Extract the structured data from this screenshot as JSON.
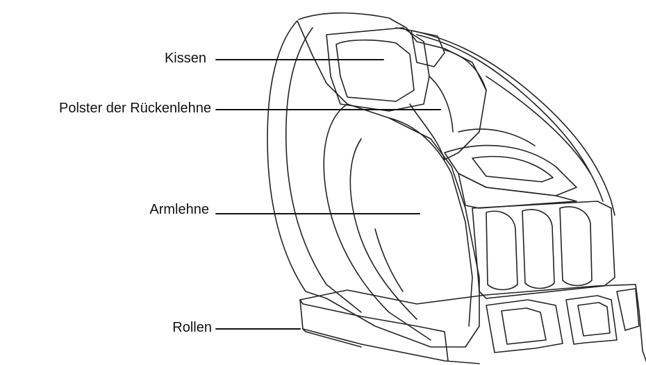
{
  "title": "",
  "labels": {
    "pillow": "Kissen",
    "backrest_pad": "Polster der Rückenlehne",
    "armrest": "Armlehne",
    "rollers": "Rollen"
  },
  "colors": {
    "line": "#111111",
    "background": "#ffffff"
  }
}
